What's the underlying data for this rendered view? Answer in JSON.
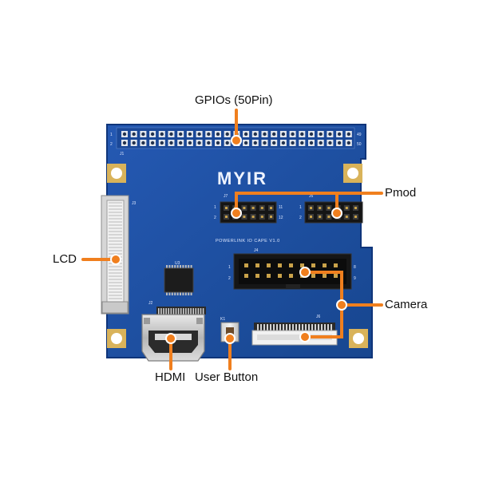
{
  "callouts": {
    "gpio": "GPIOs (50Pin)",
    "pmod": "Pmod",
    "lcd": "LCD",
    "camera": "Camera",
    "hdmi": "HDMI",
    "user_button": "User Button"
  },
  "board": {
    "logo": "MYIR",
    "silk_title": "POWERLINK IO CAPE  V1.0",
    "j1": "J1",
    "j3": "J3",
    "j7": "J7",
    "j5": "J5",
    "j4": "J4",
    "j2": "J2",
    "j6": "J6",
    "u3": "U3",
    "k1": "K1",
    "gpio_pin_1": "1",
    "gpio_pin_2": "2",
    "gpio_pin_49": "49",
    "gpio_pin_50": "50",
    "j7_pin_1": "1",
    "j7_pin_2": "2",
    "j7_pin_11": "11",
    "j7_pin_12": "12",
    "j5_pin_1": "1",
    "j5_pin_2": "2",
    "j4_pin_1": "1",
    "j4_pin_2": "2",
    "j4_pin_8": "8",
    "j4_pin_9": "9"
  },
  "colors": {
    "pcb": "#1d4fa3",
    "pcb_edge": "#123a80",
    "accent": "#f07f1e",
    "gold": "#d9b35a"
  }
}
